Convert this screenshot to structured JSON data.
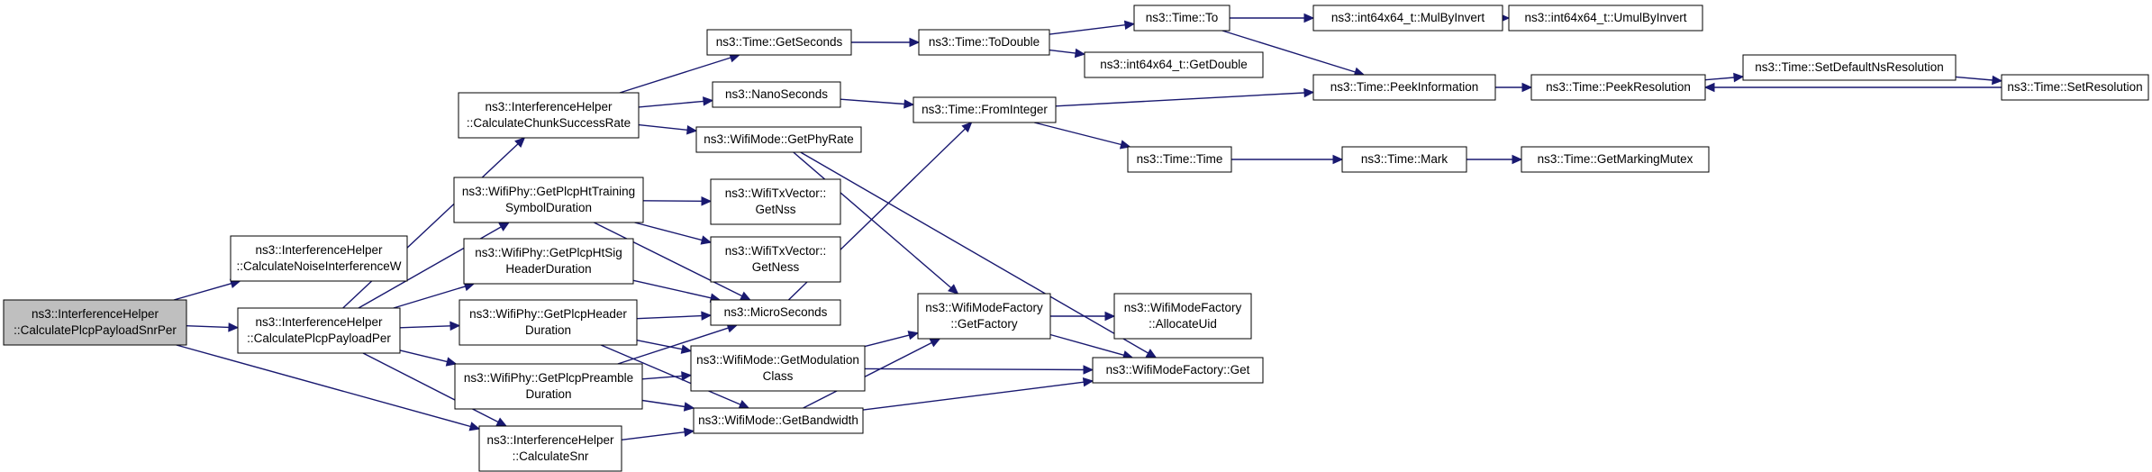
{
  "nodes": [
    {
      "id": "root",
      "lines": [
        "ns3::InterferenceHelper",
        "::CalculatePlcpPayloadSnrPer"
      ],
      "root": true
    },
    {
      "id": "noiseW",
      "lines": [
        "ns3::InterferenceHelper",
        "::CalculateNoiseInterferenceW"
      ]
    },
    {
      "id": "payloadPer",
      "lines": [
        "ns3::InterferenceHelper",
        "::CalculatePlcpPayloadPer"
      ]
    },
    {
      "id": "snr",
      "lines": [
        "ns3::InterferenceHelper",
        "::CalculateSnr"
      ]
    },
    {
      "id": "chunk",
      "lines": [
        "ns3::InterferenceHelper",
        "::CalculateChunkSuccessRate"
      ]
    },
    {
      "id": "htTraining",
      "lines": [
        "ns3::WifiPhy::GetPlcpHtTraining",
        "SymbolDuration"
      ]
    },
    {
      "id": "htSig",
      "lines": [
        "ns3::WifiPhy::GetPlcpHtSig",
        "HeaderDuration"
      ]
    },
    {
      "id": "header",
      "lines": [
        "ns3::WifiPhy::GetPlcpHeader",
        "Duration"
      ]
    },
    {
      "id": "preamble",
      "lines": [
        "ns3::WifiPhy::GetPlcpPreamble",
        "Duration"
      ]
    },
    {
      "id": "getSeconds",
      "lines": [
        "ns3::Time::GetSeconds"
      ]
    },
    {
      "id": "nanoSeconds",
      "lines": [
        "ns3::NanoSeconds"
      ]
    },
    {
      "id": "getPhyRate",
      "lines": [
        "ns3::WifiMode::GetPhyRate"
      ]
    },
    {
      "id": "getNss",
      "lines": [
        "ns3::WifiTxVector::",
        "GetNss"
      ]
    },
    {
      "id": "getNess",
      "lines": [
        "ns3::WifiTxVector::",
        "GetNess"
      ]
    },
    {
      "id": "microSeconds",
      "lines": [
        "ns3::MicroSeconds"
      ]
    },
    {
      "id": "getModClass",
      "lines": [
        "ns3::WifiMode::GetModulation",
        "Class"
      ]
    },
    {
      "id": "getBandwidth",
      "lines": [
        "ns3::WifiMode::GetBandwidth"
      ]
    },
    {
      "id": "toDouble",
      "lines": [
        "ns3::Time::ToDouble"
      ]
    },
    {
      "id": "fromInteger",
      "lines": [
        "ns3::Time::FromInteger"
      ]
    },
    {
      "id": "getFactory",
      "lines": [
        "ns3::WifiModeFactory",
        "::GetFactory"
      ]
    },
    {
      "id": "timeTo",
      "lines": [
        "ns3::Time::To"
      ]
    },
    {
      "id": "getDouble",
      "lines": [
        "ns3::int64x64_t::GetDouble"
      ]
    },
    {
      "id": "timeTime",
      "lines": [
        "ns3::Time::Time"
      ]
    },
    {
      "id": "allocateUid",
      "lines": [
        "ns3::WifiModeFactory",
        "::AllocateUid"
      ]
    },
    {
      "id": "factoryGet",
      "lines": [
        "ns3::WifiModeFactory::Get"
      ]
    },
    {
      "id": "mulByInvert",
      "lines": [
        "ns3::int64x64_t::MulByInvert"
      ]
    },
    {
      "id": "peekInfo",
      "lines": [
        "ns3::Time::PeekInformation"
      ]
    },
    {
      "id": "timeMark",
      "lines": [
        "ns3::Time::Mark"
      ]
    },
    {
      "id": "umulByInvert",
      "lines": [
        "ns3::int64x64_t::UmulByInvert"
      ]
    },
    {
      "id": "peekRes",
      "lines": [
        "ns3::Time::PeekResolution"
      ]
    },
    {
      "id": "getMutex",
      "lines": [
        "ns3::Time::GetMarkingMutex"
      ]
    },
    {
      "id": "setDefaultNs",
      "lines": [
        "ns3::Time::SetDefaultNsResolution"
      ]
    },
    {
      "id": "setRes",
      "lines": [
        "ns3::Time::SetResolution"
      ]
    }
  ],
  "edges": [
    [
      "root",
      "noiseW"
    ],
    [
      "root",
      "payloadPer"
    ],
    [
      "root",
      "snr"
    ],
    [
      "payloadPer",
      "chunk"
    ],
    [
      "payloadPer",
      "htTraining"
    ],
    [
      "payloadPer",
      "htSig"
    ],
    [
      "payloadPer",
      "header"
    ],
    [
      "payloadPer",
      "preamble"
    ],
    [
      "payloadPer",
      "snr"
    ],
    [
      "chunk",
      "getSeconds"
    ],
    [
      "chunk",
      "nanoSeconds"
    ],
    [
      "chunk",
      "getPhyRate"
    ],
    [
      "htTraining",
      "getNss"
    ],
    [
      "htTraining",
      "getNess"
    ],
    [
      "htTraining",
      "microSeconds"
    ],
    [
      "htSig",
      "microSeconds"
    ],
    [
      "header",
      "microSeconds"
    ],
    [
      "header",
      "getModClass"
    ],
    [
      "header",
      "getBandwidth"
    ],
    [
      "preamble",
      "microSeconds"
    ],
    [
      "preamble",
      "getModClass"
    ],
    [
      "preamble",
      "getBandwidth"
    ],
    [
      "snr",
      "getBandwidth"
    ],
    [
      "getSeconds",
      "toDouble"
    ],
    [
      "nanoSeconds",
      "fromInteger"
    ],
    [
      "microSeconds",
      "fromInteger"
    ],
    [
      "getPhyRate",
      "getFactory"
    ],
    [
      "getPhyRate",
      "factoryGet"
    ],
    [
      "getModClass",
      "getFactory"
    ],
    [
      "getModClass",
      "factoryGet"
    ],
    [
      "getBandwidth",
      "getFactory"
    ],
    [
      "getBandwidth",
      "factoryGet"
    ],
    [
      "toDouble",
      "timeTo"
    ],
    [
      "toDouble",
      "getDouble"
    ],
    [
      "fromInteger",
      "peekInfo"
    ],
    [
      "fromInteger",
      "timeTime"
    ],
    [
      "getFactory",
      "allocateUid"
    ],
    [
      "getFactory",
      "factoryGet"
    ],
    [
      "timeTo",
      "mulByInvert"
    ],
    [
      "timeTo",
      "peekInfo"
    ],
    [
      "timeTime",
      "timeMark"
    ],
    [
      "mulByInvert",
      "umulByInvert"
    ],
    [
      "peekInfo",
      "peekRes"
    ],
    [
      "timeMark",
      "getMutex"
    ],
    [
      "peekRes",
      "setDefaultNs"
    ],
    [
      "setDefaultNs",
      "setRes"
    ],
    [
      "setRes",
      "peekRes"
    ]
  ]
}
